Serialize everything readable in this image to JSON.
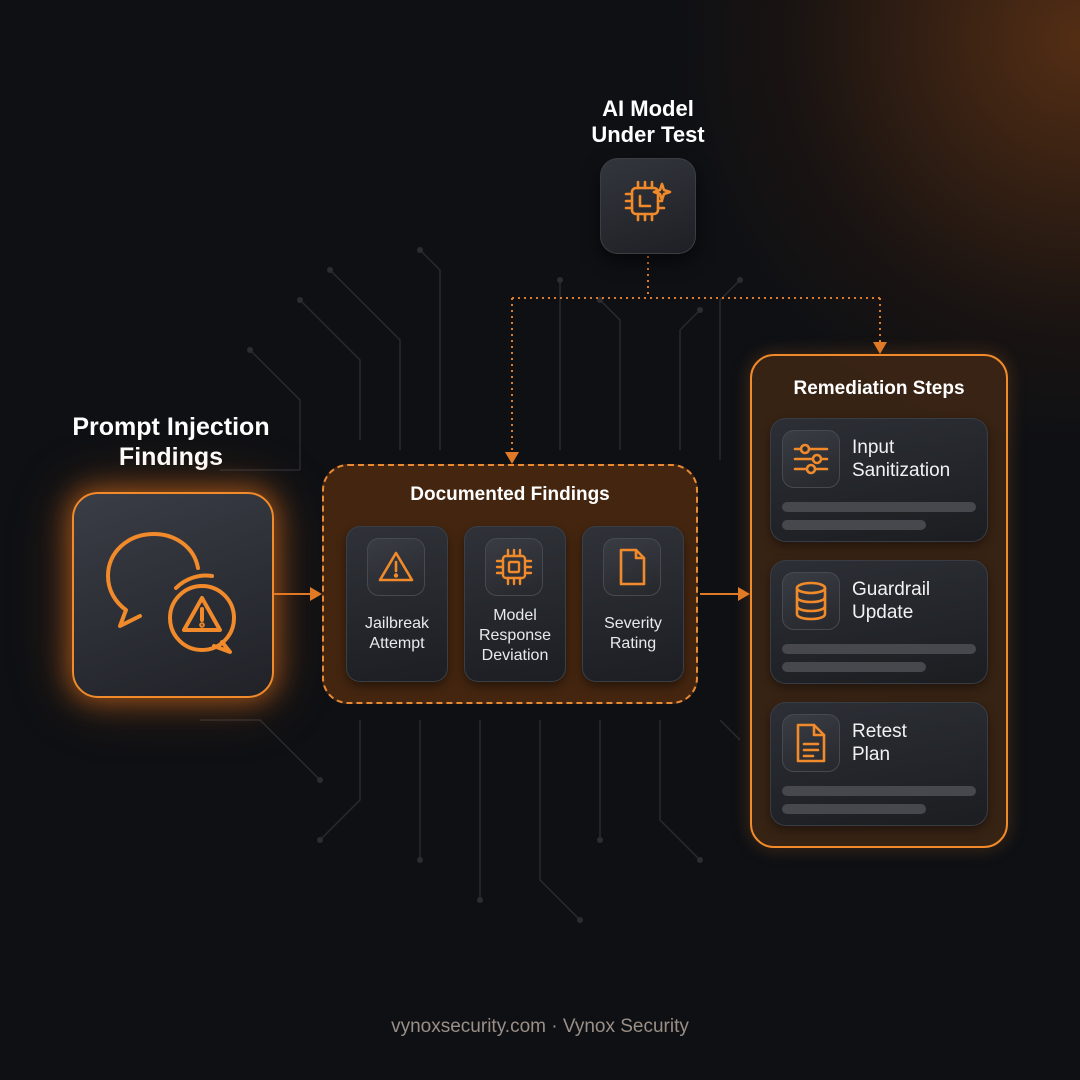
{
  "model": {
    "title": "AI Model\nUnder Test",
    "icon": "ai-chip-icon"
  },
  "prompt_findings": {
    "title": "Prompt Injection\nFindings",
    "icon": "chat-warning-icon"
  },
  "documented_findings": {
    "title": "Documented Findings",
    "items": [
      {
        "label": "Jailbreak\nAttempt",
        "icon": "warning-triangle-icon"
      },
      {
        "label": "Model\nResponse\nDeviation",
        "icon": "chip-icon"
      },
      {
        "label": "Severity\nRating",
        "icon": "document-icon"
      }
    ]
  },
  "remediation": {
    "title": "Remediation Steps",
    "steps": [
      {
        "label": "Input\nSanitization",
        "icon": "sliders-icon"
      },
      {
        "label": "Guardrail\nUpdate",
        "icon": "database-icon"
      },
      {
        "label": "Retest\nPlan",
        "icon": "document-lines-icon"
      }
    ]
  },
  "footer": "vynoxsecurity.com · Vynox Security",
  "colors": {
    "accent": "#f08a2a",
    "background": "#0e1014",
    "panel_brown": "#50301a"
  }
}
